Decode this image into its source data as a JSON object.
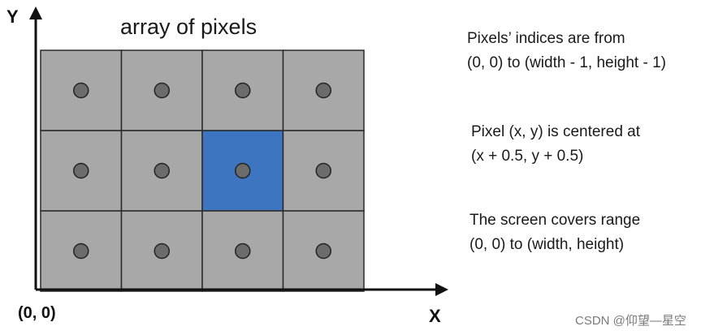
{
  "diagram": {
    "title": "array of pixels",
    "axes": {
      "y_label": "Y",
      "x_label": "X",
      "origin_label": "(0, 0)"
    },
    "grid": {
      "columns": 4,
      "rows": 3,
      "highlight": {
        "col": 2,
        "row": 1
      }
    },
    "colors": {
      "cell": "#a9a8a9",
      "highlight": "#3d75c0",
      "grid_line": "#2a2a2a",
      "dot": "#6c6c6c",
      "dot_stroke": "#232323",
      "axis": "#111111"
    },
    "notes": [
      {
        "line1": "Pixels’ indices are from",
        "line2": "(0, 0) to (width - 1, height - 1)"
      },
      {
        "line1": "Pixel (x, y) is centered at",
        "line2": "(x + 0.5, y + 0.5)"
      },
      {
        "line1": "The screen covers range",
        "line2": "(0, 0) to (width, height)"
      }
    ]
  },
  "watermark": "CSDN @仰望—星空"
}
